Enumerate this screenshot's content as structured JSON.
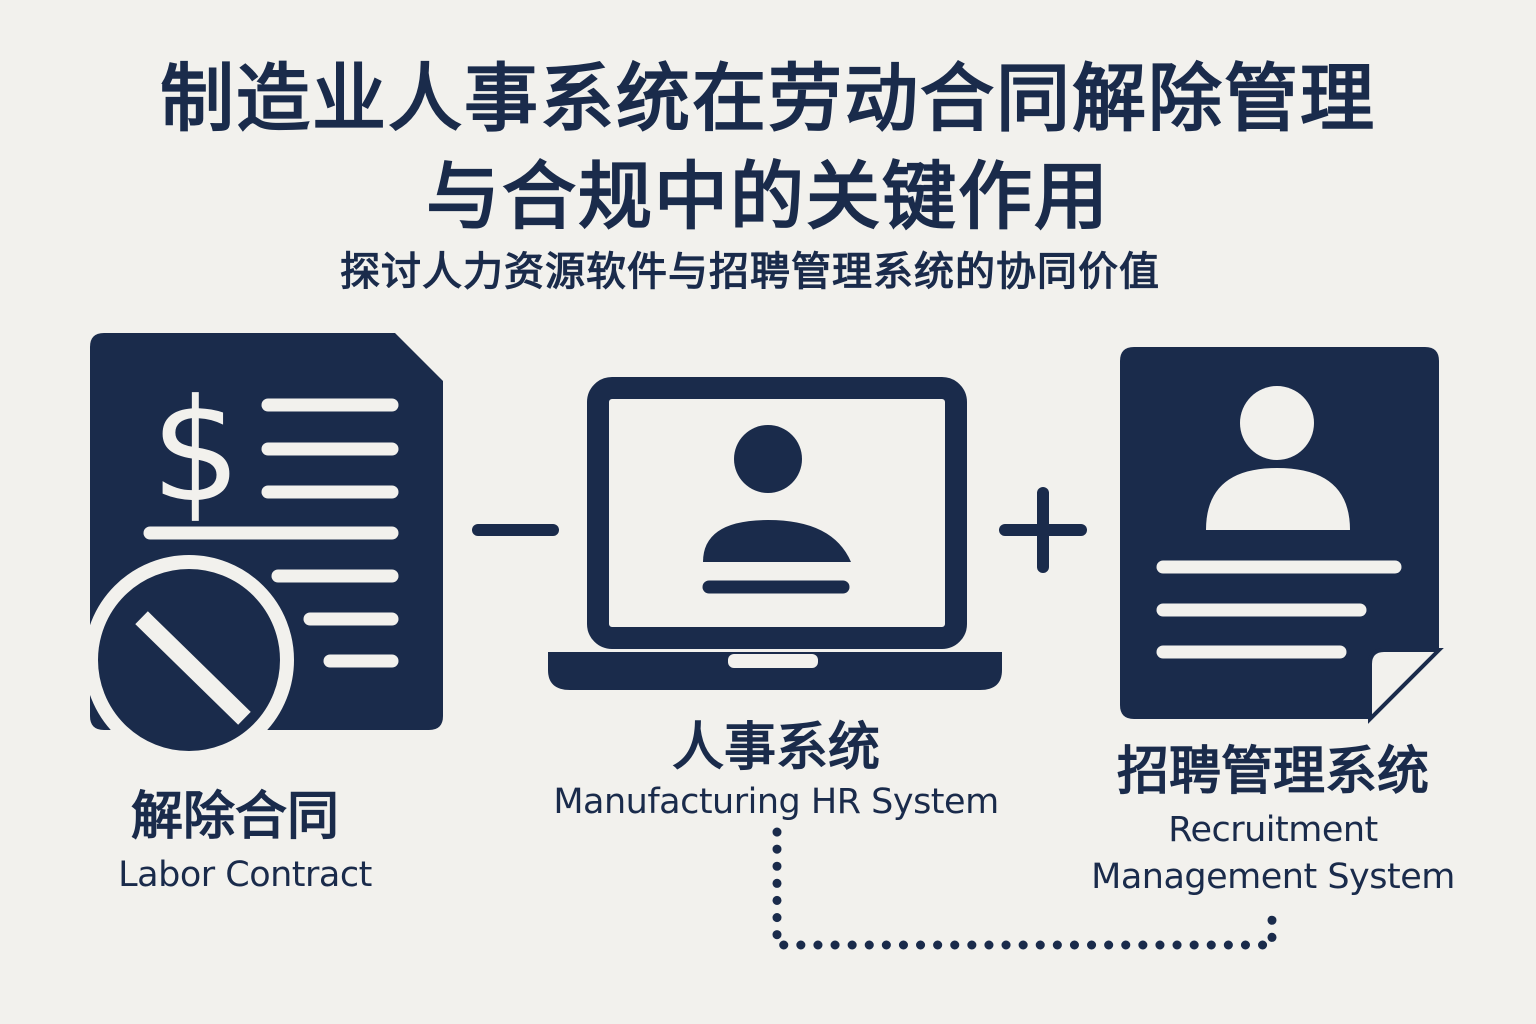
{
  "title": {
    "line1": "制造业人事系统在劳动合同解除管理",
    "line2": "与合规中的关键作用"
  },
  "subtitle": "探讨人力资源软件与招聘管理系统的协同价值",
  "nodes": [
    {
      "id": "labor-contract",
      "icon": "terminated-contract-document-icon",
      "label_cn": "解除合同",
      "label_en": "Labor Contract"
    },
    {
      "id": "hr-system",
      "icon": "laptop-user-icon",
      "label_cn": "人事系统",
      "label_en": "Manufacturing HR System"
    },
    {
      "id": "recruitment-system",
      "icon": "profile-document-icon",
      "label_cn": "招聘管理系统",
      "label_en_line1": "Recruitment",
      "label_en_line2": "Management System"
    }
  ],
  "operators": [
    "minus-icon",
    "plus-icon"
  ],
  "connector": "dotted-line",
  "colors": {
    "background": "#f2f1ed",
    "primary": "#1a2b4b"
  }
}
